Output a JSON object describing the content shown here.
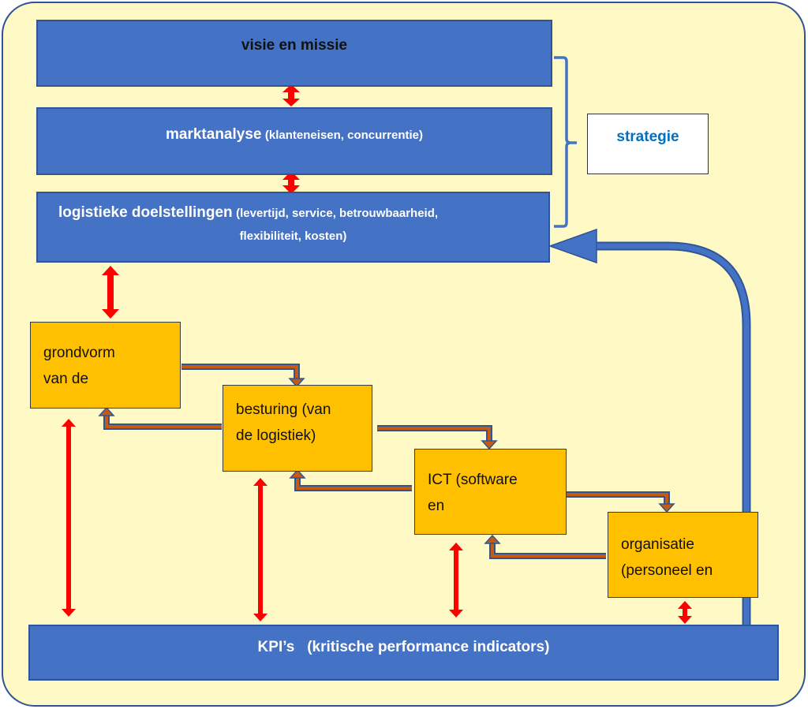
{
  "diagram": {
    "colors": {
      "background": "#FEF9C5",
      "frame_border": "#2F5597",
      "blue_box": "#4472C4",
      "yellow_box": "#FFC000",
      "red_arrow": "#FF0000",
      "flow_arrow_fill": "#C55A11",
      "flow_arrow_outline": "#2F5597",
      "strategy_text": "#0070C0"
    },
    "strategy_group": {
      "levels": [
        {
          "id": "visie",
          "title": "visie en missie",
          "detail": ""
        },
        {
          "id": "marktanalyse",
          "title": "marktanalyse",
          "detail": "(klanteneisen, concurrentie)"
        },
        {
          "id": "doelstellingen",
          "title": "logistieke doelstellingen",
          "detail": "(levertijd, service, betrouwbaarheid,",
          "detail_line2": "flexibiliteit, kosten)"
        }
      ],
      "bracket_label": "strategie"
    },
    "components": [
      {
        "id": "grondvorm",
        "line1": "grondvorm",
        "line2": "van de"
      },
      {
        "id": "besturing",
        "line1": "besturing (van",
        "line2": "de logistiek)"
      },
      {
        "id": "ict",
        "line1": "ICT (software",
        "line2": "en"
      },
      {
        "id": "organisatie",
        "line1": "organisatie",
        "line2": "(personeel en"
      }
    ],
    "kpi": {
      "label": "KPI’s   (kritische performance indicators)"
    },
    "connections": [
      {
        "from": "visie",
        "to": "marktanalyse",
        "type": "bidirectional"
      },
      {
        "from": "marktanalyse",
        "to": "doelstellingen",
        "type": "bidirectional"
      },
      {
        "from": "doelstellingen",
        "to": "grondvorm",
        "type": "bidirectional"
      },
      {
        "from": "grondvorm",
        "to": "besturing",
        "type": "forward"
      },
      {
        "from": "besturing",
        "to": "grondvorm",
        "type": "feedback"
      },
      {
        "from": "besturing",
        "to": "ict",
        "type": "forward"
      },
      {
        "from": "ict",
        "to": "besturing",
        "type": "feedback"
      },
      {
        "from": "ict",
        "to": "organisatie",
        "type": "forward"
      },
      {
        "from": "organisatie",
        "to": "ict",
        "type": "feedback"
      },
      {
        "from": "grondvorm",
        "to": "kpi",
        "type": "bidirectional"
      },
      {
        "from": "besturing",
        "to": "kpi",
        "type": "bidirectional"
      },
      {
        "from": "ict",
        "to": "kpi",
        "type": "bidirectional"
      },
      {
        "from": "organisatie",
        "to": "kpi",
        "type": "bidirectional"
      },
      {
        "from": "kpi",
        "to": "doelstellingen",
        "type": "feedback-loop"
      }
    ]
  }
}
